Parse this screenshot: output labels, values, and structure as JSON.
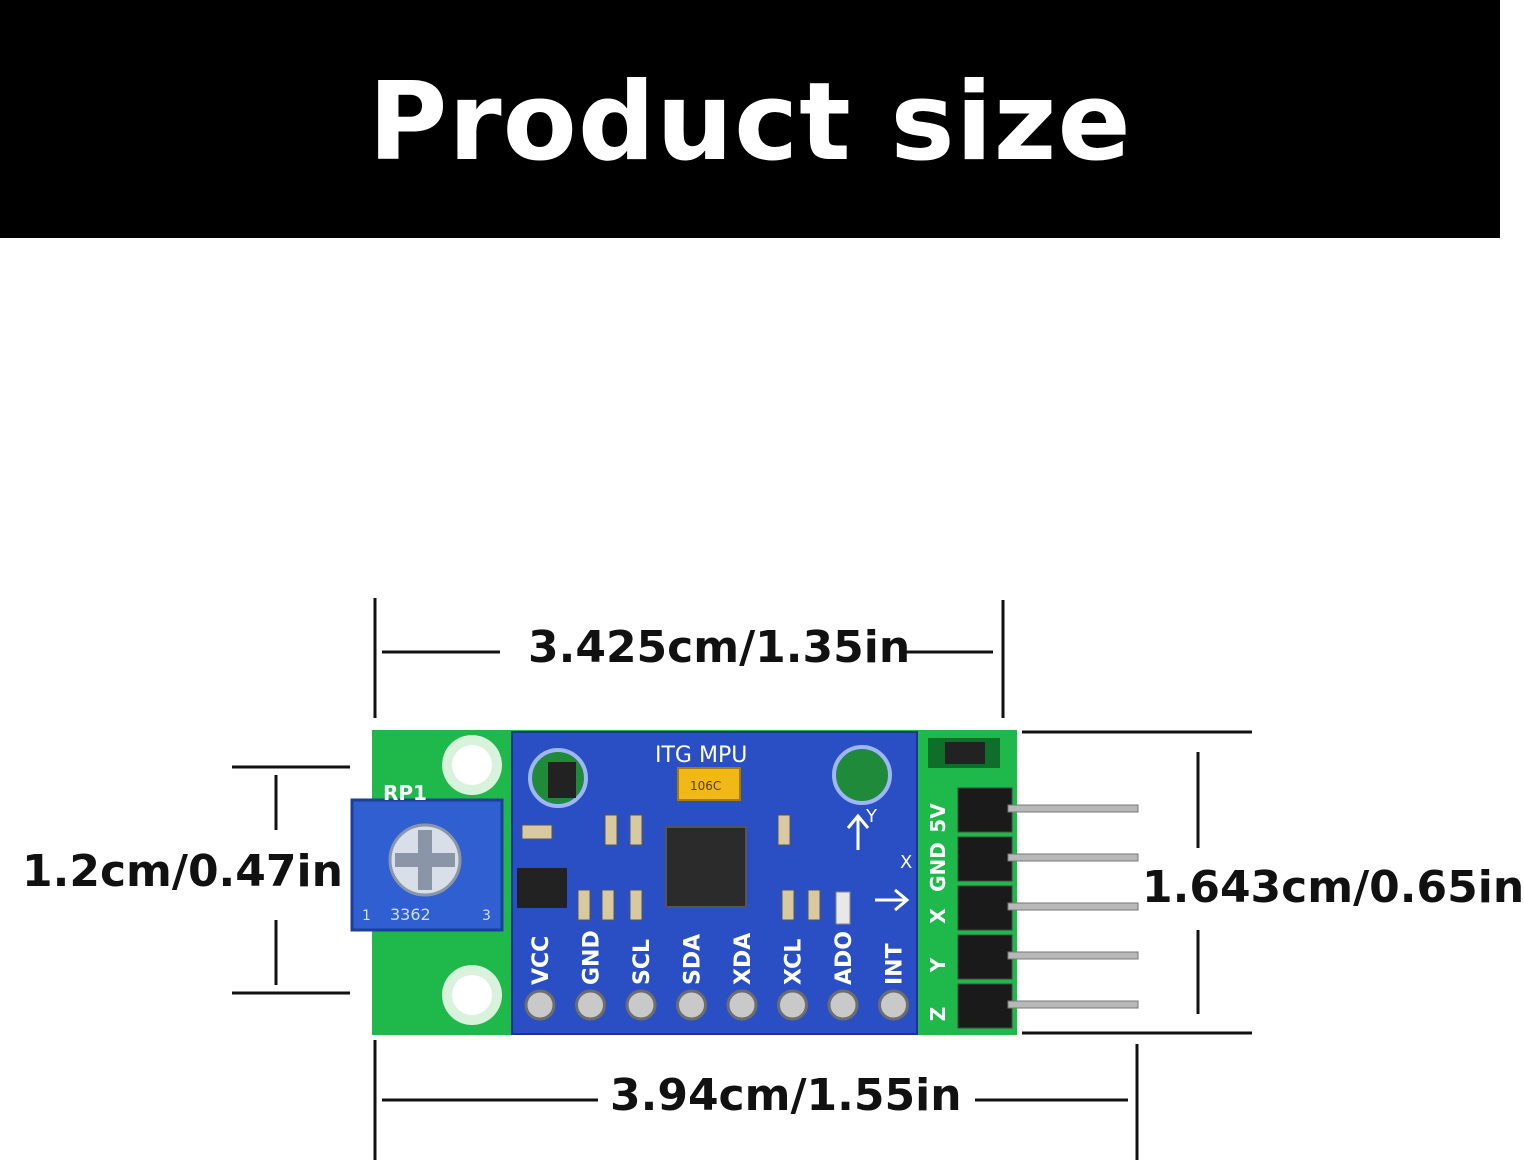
{
  "banner": {
    "title": "Product size"
  },
  "dimensions": {
    "width_top": "3.425cm/1.35in",
    "width_bottom": "3.94cm/1.55in",
    "height_left": "1.2cm/0.47in",
    "height_right": "1.643cm/0.65in"
  },
  "board": {
    "chip_label": "ITG MPU",
    "cap_text": "106C",
    "pot_ref": "RP1",
    "pot_text": "3362",
    "pot_pin1": "1",
    "pot_pin3": "3",
    "pins": [
      "VCC",
      "GND",
      "SCL",
      "SDA",
      "XDA",
      "XCL",
      "ADO",
      "INT"
    ],
    "header_pins": [
      "5V",
      "GND",
      "X",
      "Y",
      "Z"
    ],
    "axis_x": "X",
    "axis_y": "Y"
  },
  "colors": {
    "banner": "#000000",
    "pcb_green": "#1fb84a",
    "pcb_blue": "#2a4fc4",
    "pot_blue": "#2f5fd0",
    "cap_yellow": "#f2b818"
  }
}
